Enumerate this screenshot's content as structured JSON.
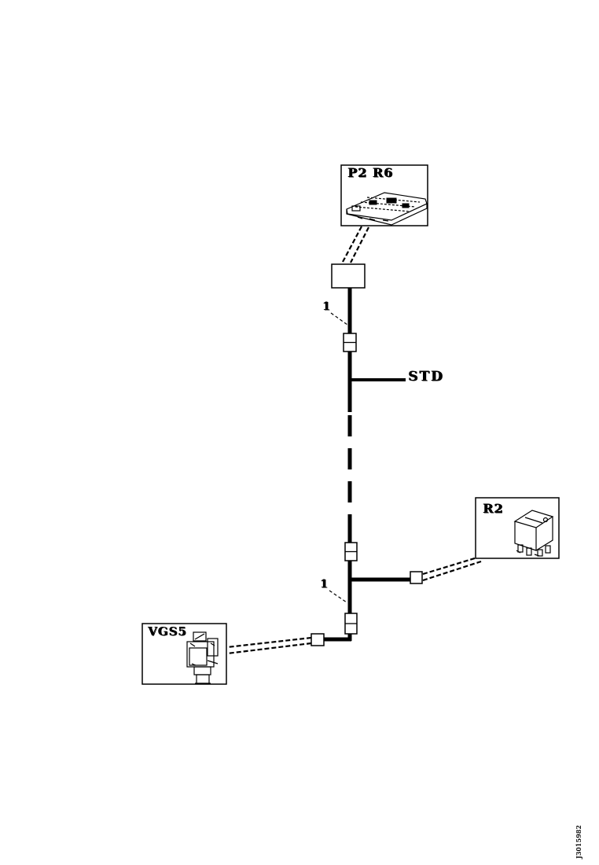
{
  "page": {
    "background": "#ffffff",
    "ink_color": "#000000",
    "type": "wiring-harness-diagram"
  },
  "diagram": {
    "labels": {
      "p2r6": "P2 R6",
      "r2": "R2",
      "vgs5": "VGS5",
      "std": "STD",
      "wire_marker_upper": "1",
      "wire_marker_lower": "1"
    },
    "components": [
      {
        "id": "p2r6",
        "label": "P2 R6",
        "icon": "ecu-circuit-board-drawing"
      },
      {
        "id": "r2",
        "label": "R2",
        "icon": "relay-cube-drawing"
      },
      {
        "id": "vgs5",
        "label": "VGS5",
        "icon": "solenoid-valve-drawing"
      }
    ],
    "doc_number": "J3015982"
  }
}
